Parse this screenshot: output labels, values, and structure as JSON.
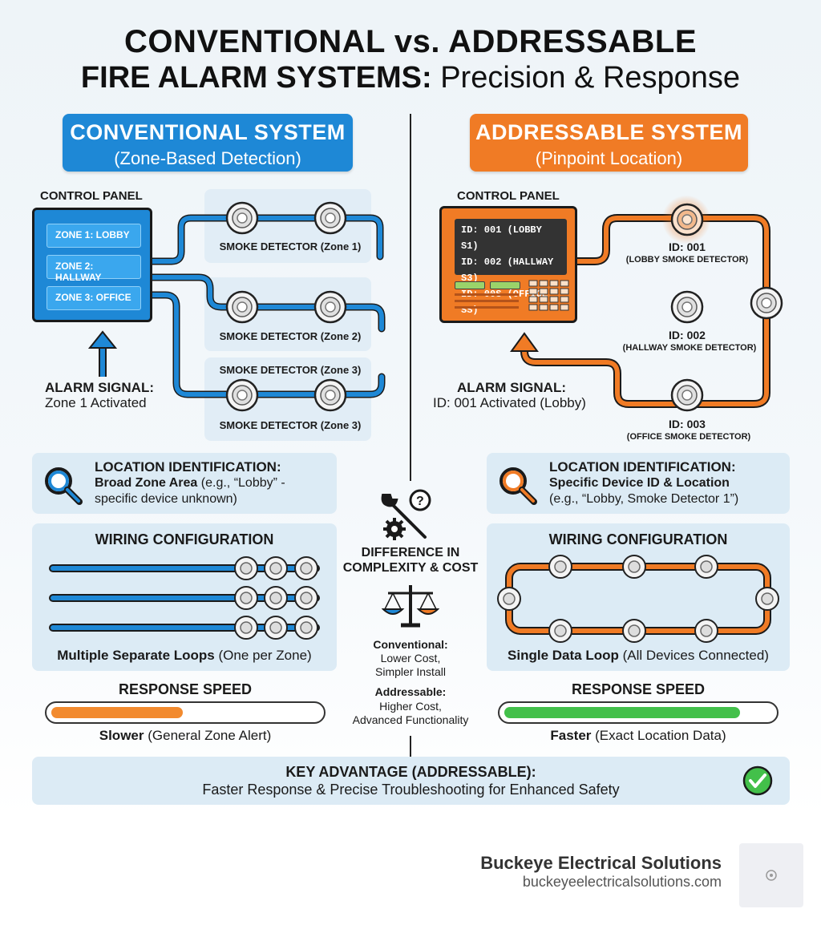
{
  "title": {
    "line1": "CONVENTIONAL vs. ADDRESSABLE",
    "line2_bold": "FIRE ALARM SYSTEMS:",
    "line2_light": "Precision & Response"
  },
  "conventional": {
    "header_title": "CONVENTIONAL SYSTEM",
    "header_subtitle": "(Zone-Based Detection)",
    "panel_label": "CONTROL PANEL",
    "zones": [
      "ZONE 1: LOBBY",
      "ZONE 2: HALLWAY",
      "ZONE 3: OFFICE"
    ],
    "detector_labels": [
      "SMOKE DETECTOR (Zone 1)",
      "SMOKE DETECTOR (Zone 2)",
      "SMOKE DETECTOR (Zone 3)",
      "SMOKE DETECTOR (Zone 3)"
    ],
    "alarm_label": "ALARM SIGNAL:",
    "alarm_value": "Zone 1 Activated",
    "location_title": "LOCATION IDENTIFICATION:",
    "location_bold": "Broad Zone Area",
    "location_rest": "(e.g., “Lobby” -",
    "location_line2": "specific device unknown)",
    "wiring_title": "WIRING CONFIGURATION",
    "wiring_caption_bold": "Multiple Separate Loops",
    "wiring_caption_rest": "(One per Zone)",
    "response_title": "RESPONSE SPEED",
    "response_level": 0.49,
    "response_caption_bold": "Slower",
    "response_caption_rest": "(General Zone Alert)"
  },
  "addressable": {
    "header_title": "ADDRESSABLE SYSTEM",
    "header_subtitle": "(Pinpoint Location)",
    "panel_label": "CONTROL PANEL",
    "screen_lines": [
      "ID: 001 (LOBBY S1)",
      "ID: 002 (HALLWAY S3)",
      "ID: 00S (OFFICE SS)"
    ],
    "devices": [
      {
        "id": "ID: 001",
        "desc": "(LOBBY SMOKE DETECTOR)"
      },
      {
        "id": "ID: 002",
        "desc": "(HALLWAY SMOKE DETECTOR)"
      },
      {
        "id": "ID: 003",
        "desc": "(OFFICE SMOKE DETECTOR)"
      }
    ],
    "alarm_label": "ALARM SIGNAL:",
    "alarm_value": "ID: 001 Activated (Lobby)",
    "location_title": "LOCATION IDENTIFICATION:",
    "location_bold": "Specific Device ID & Location",
    "location_line2": "(e.g., “Lobby, Smoke Detector 1”)",
    "wiring_title": "WIRING CONFIGURATION",
    "wiring_caption_bold": "Single Data Loop",
    "wiring_caption_rest": "(All Devices Connected)",
    "response_title": "RESPONSE SPEED",
    "response_level": 0.88,
    "response_caption_bold": "Faster",
    "response_caption_rest": "(Exact Location Data)"
  },
  "middle": {
    "difference_line1": "DIFFERENCE IN",
    "difference_line2": "COMPLEXITY & COST",
    "conv_label": "Conventional:",
    "conv_line1": "Lower Cost,",
    "conv_line2": "Simpler Install",
    "addr_label": "Addressable:",
    "addr_line1": "Higher Cost,",
    "addr_line2": "Advanced Functionality"
  },
  "key_advantage": {
    "title": "KEY ADVANTAGE (ADDRESSABLE):",
    "text": "Faster Response & Precise Troubleshooting for Enhanced Safety"
  },
  "footer": {
    "company": "Buckeye Electrical Solutions",
    "url": "buckeyeelectricalsolutions.com"
  },
  "colors": {
    "conventional": "#1e88d6",
    "addressable": "#f07b25",
    "fast": "#43c04a",
    "card": "#dcebf5"
  }
}
